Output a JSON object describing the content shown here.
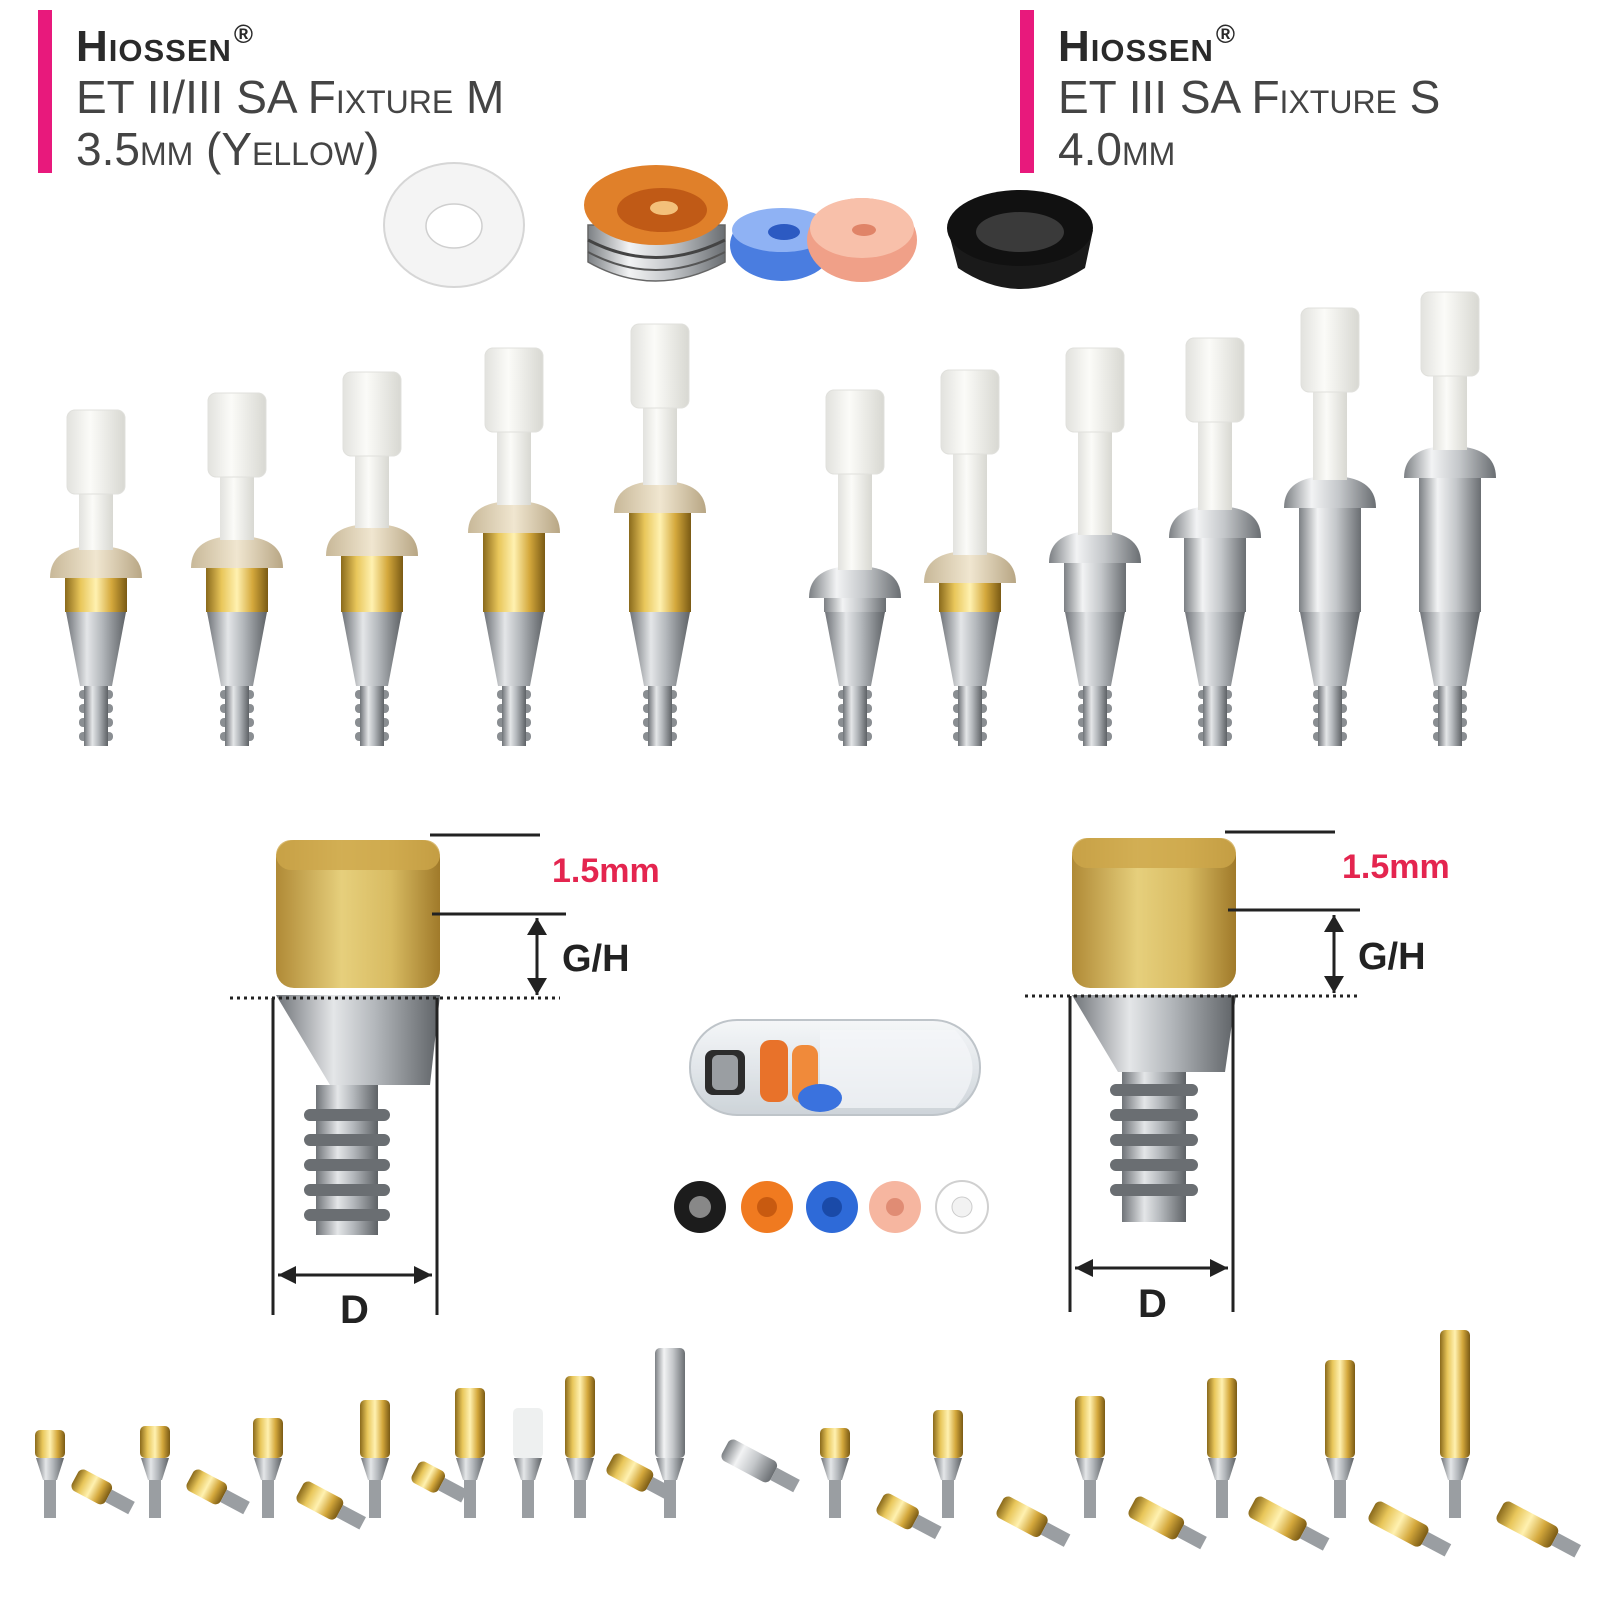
{
  "left_header": {
    "brand": "Hiossen",
    "reg": "®",
    "line1": "ET II/III SA Fixture M",
    "line2": "3.5mm (Yellow)"
  },
  "right_header": {
    "brand": "Hiossen",
    "reg": "®",
    "line1": "ET III SA Fixture S",
    "line2": "4.0mm"
  },
  "left_diagram": {
    "collar_label": "1.5mm",
    "gingival_label": "G/H",
    "diameter_label": "D"
  },
  "right_diagram": {
    "collar_label": "1.5mm",
    "gingival_label": "G/H",
    "diameter_label": "D"
  },
  "colors": {
    "accent_bar": "#e8197c",
    "collar_label": "#e4254f",
    "gold": "#c9a13a",
    "titanium": "#b9bcc0"
  },
  "retention_inserts": [
    "white",
    "orange",
    "blue",
    "pink",
    "black"
  ]
}
